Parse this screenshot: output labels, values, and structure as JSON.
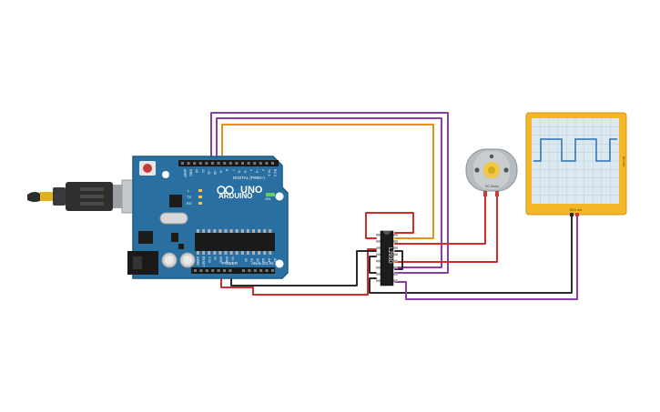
{
  "arduino": {
    "logo_text": "UNO",
    "brand_text": "ARDUINO",
    "digital_label": "DIGITAL (PWM~)",
    "power_label": "POWER",
    "analog_label": "ANALOG IN",
    "on_label": "ON",
    "tx_label": "TX",
    "rx_label": "RX",
    "l_label": "L",
    "digital_pins": [
      "AREF",
      "GND",
      "13",
      "12",
      "~11",
      "~10",
      "~9",
      "8",
      "7",
      "~6",
      "~5",
      "4",
      "~3",
      "2",
      "TX 1",
      "RX 0"
    ],
    "power_pins": [
      "IOREF",
      "RESET",
      "3.3V",
      "5V",
      "GND",
      "GND",
      "Vin"
    ],
    "analog_pins": [
      "A0",
      "A1",
      "A2",
      "A3",
      "A4",
      "A5"
    ]
  },
  "driver_chip": {
    "label": "L293D"
  },
  "motor": {
    "label": "DC Motor"
  },
  "oscilloscope": {
    "side_label": "50 mV",
    "bottom_label": "500 ms"
  },
  "colors": {
    "board": "#2a6fa1",
    "board_edge": "#1e5a86",
    "wire_orange": "#e8901c",
    "wire_purple": "#8a3fa6",
    "wire_red": "#d42a2a",
    "wire_black": "#2b2b2b",
    "scope_frame": "#f3b728",
    "scope_screen": "#dde9f1",
    "trace": "#2a6fb3",
    "motor_body": "#b7bcc0"
  }
}
